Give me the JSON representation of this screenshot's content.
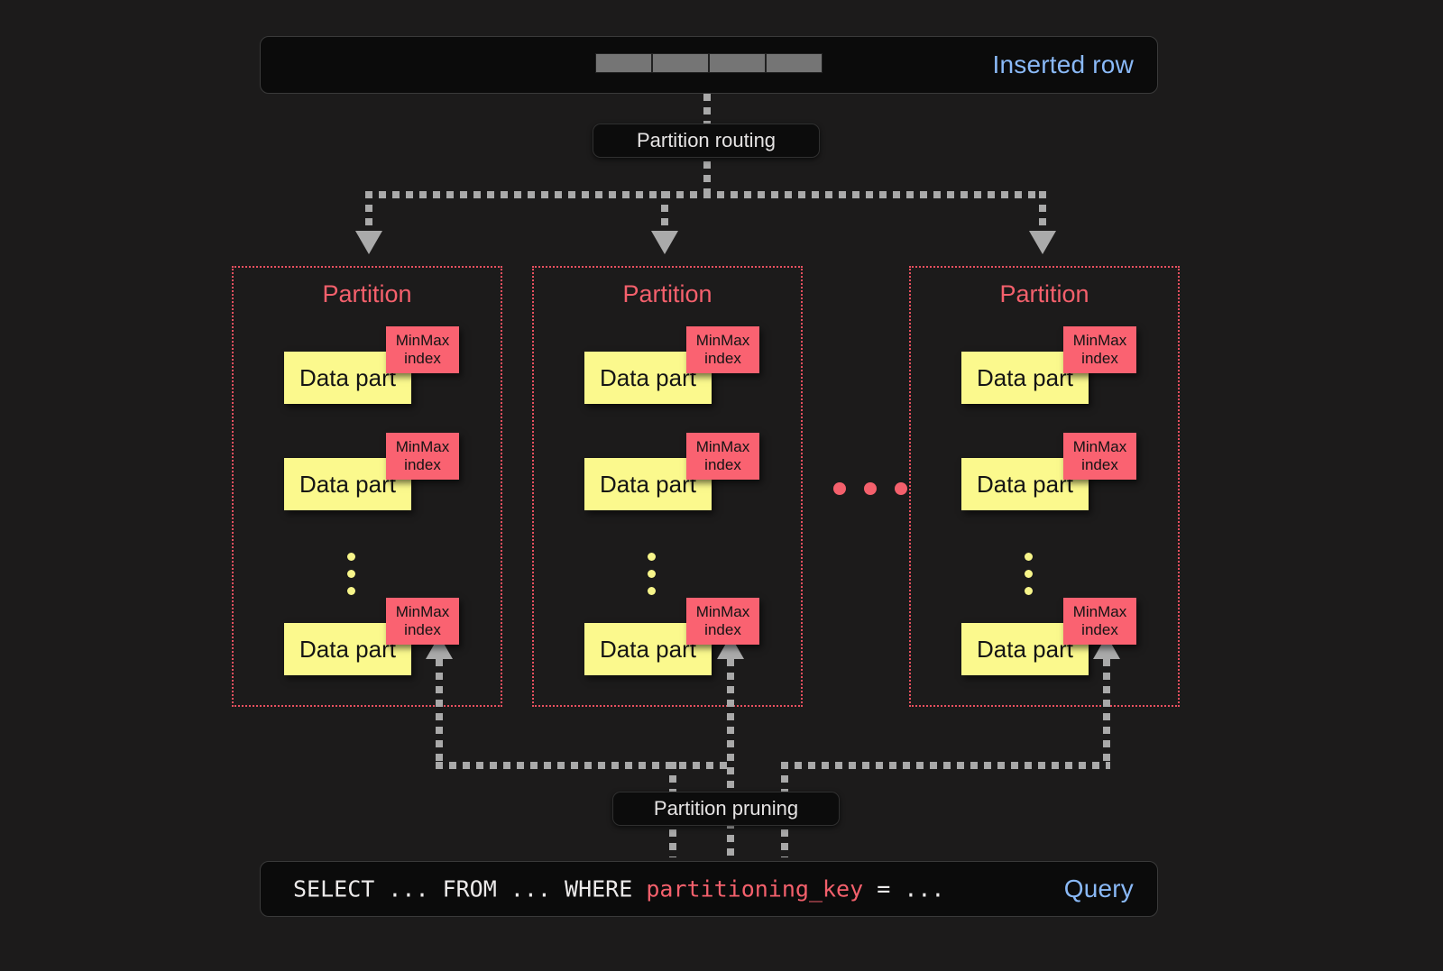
{
  "diagram": {
    "background_color": "#1c1b1b",
    "accent_blue": "#8ab9f7",
    "accent_red": "#f4606c",
    "accent_yellow": "#fbf98d",
    "connector_gray": "#a9a9a9"
  },
  "top_bar": {
    "label": "Inserted row",
    "cells": [
      "",
      "",
      "",
      ""
    ]
  },
  "routing": {
    "label": "Partition routing"
  },
  "pruning": {
    "label": "Partition pruning"
  },
  "partitions": [
    {
      "title": "Partition",
      "parts": [
        {
          "data_label": "Data part",
          "index_line1": "MinMax",
          "index_line2": "index"
        },
        {
          "data_label": "Data part",
          "index_line1": "MinMax",
          "index_line2": "index"
        },
        {
          "data_label": "Data part",
          "index_line1": "MinMax",
          "index_line2": "index"
        }
      ]
    },
    {
      "title": "Partition",
      "parts": [
        {
          "data_label": "Data part",
          "index_line1": "MinMax",
          "index_line2": "index"
        },
        {
          "data_label": "Data part",
          "index_line1": "MinMax",
          "index_line2": "index"
        },
        {
          "data_label": "Data part",
          "index_line1": "MinMax",
          "index_line2": "index"
        }
      ]
    },
    {
      "title": "Partition",
      "parts": [
        {
          "data_label": "Data part",
          "index_line1": "MinMax",
          "index_line2": "index"
        },
        {
          "data_label": "Data part",
          "index_line1": "MinMax",
          "index_line2": "index"
        },
        {
          "data_label": "Data part",
          "index_line1": "MinMax",
          "index_line2": "index"
        }
      ]
    }
  ],
  "between_partitions_ellipsis": [
    "dot",
    "dot",
    "dot"
  ],
  "query_bar": {
    "label": "Query",
    "sql_prefix": "SELECT ... FROM ... WHERE ",
    "sql_key": "partitioning_key",
    "sql_suffix": " = ..."
  }
}
